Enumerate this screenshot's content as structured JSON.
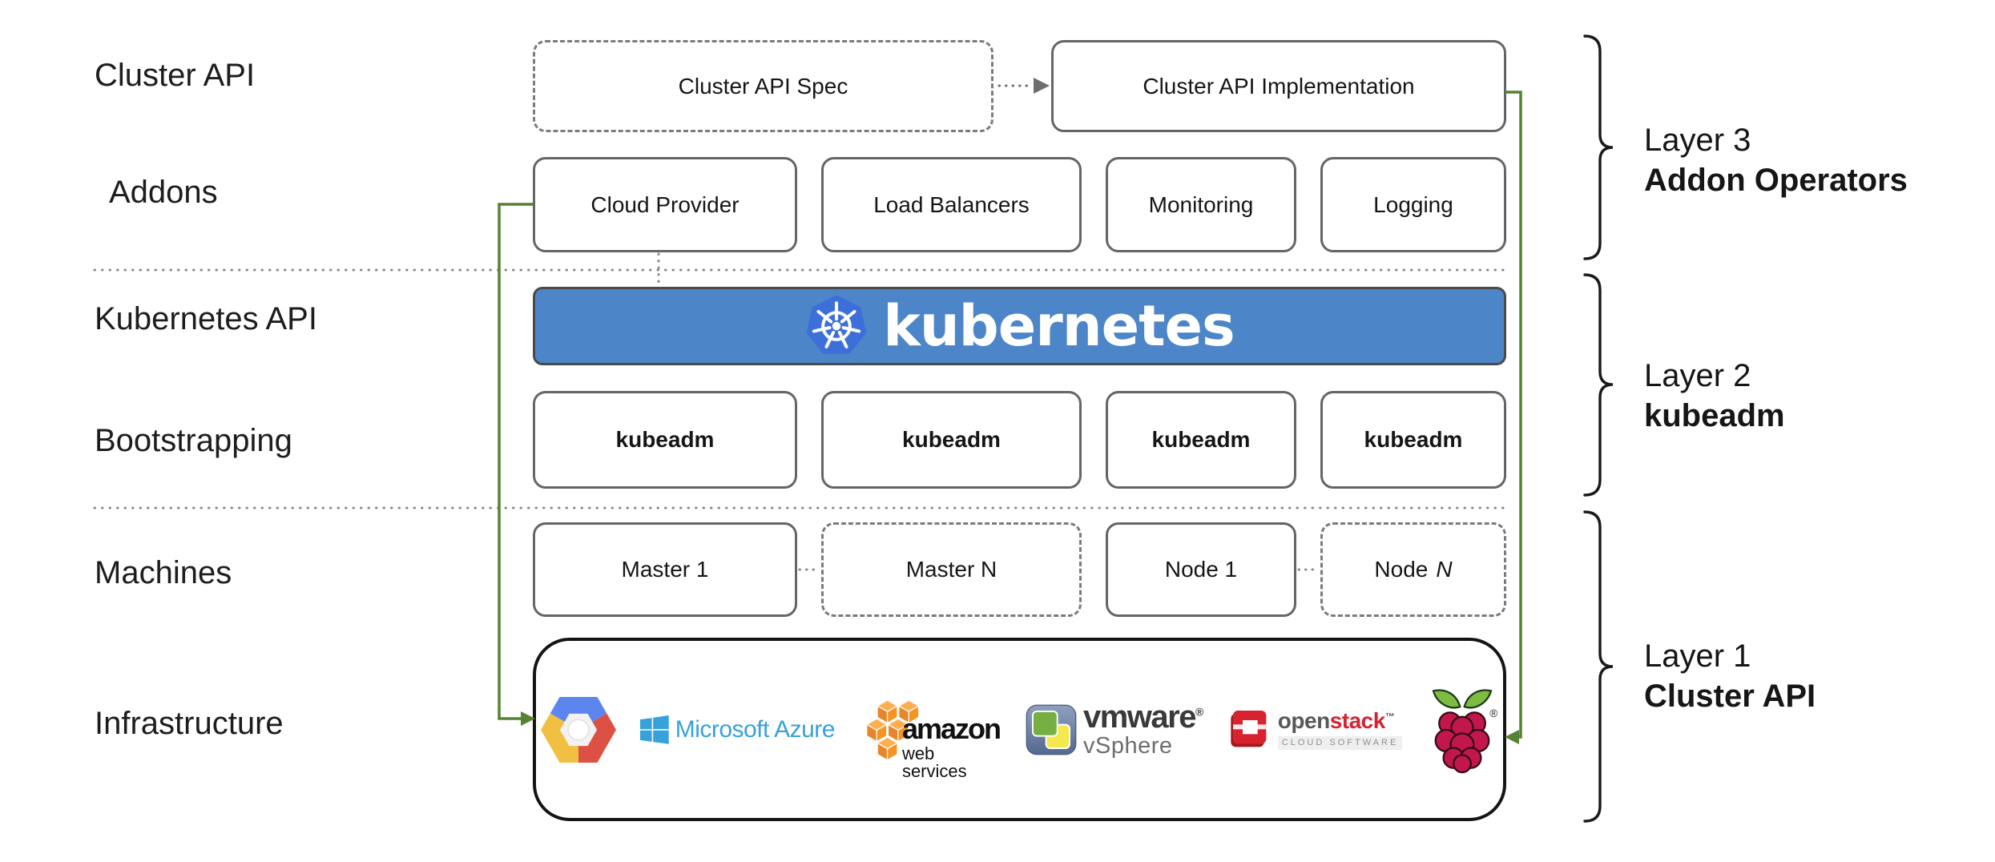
{
  "colors": {
    "connector_green": "#568233",
    "banner_blue": "#4C86C8",
    "k8s_logo_blue": "#3D6FDB",
    "box_border_gray": "#656565",
    "dotted_line_gray": "#8a8a8a",
    "azure_blue": "#35A2DB",
    "aws_orange": "#F79421",
    "openstack_red": "#D6232F",
    "raspberry_red": "#C2174C",
    "leaf_green": "#7EBB42",
    "gcp_blue": "#5C85EE",
    "gcp_red": "#DD5144",
    "gcp_yellow": "#F1BF42"
  },
  "row_labels": [
    {
      "label": "Cluster API"
    },
    {
      "label": "Addons"
    },
    {
      "label": "Kubernetes API"
    },
    {
      "label": "Bootstrapping"
    },
    {
      "label": "Machines"
    },
    {
      "label": "Infrastructure"
    }
  ],
  "layer3": {
    "spec": "Cluster API Spec",
    "impl": "Cluster API Implementation",
    "addons": [
      "Cloud Provider",
      "Load Balancers",
      "Monitoring",
      "Logging"
    ]
  },
  "layer2": {
    "banner_text": "kubernetes",
    "kubeadm": [
      "kubeadm",
      "kubeadm",
      "kubeadm",
      "kubeadm"
    ]
  },
  "layer1": {
    "machines": {
      "master1": "Master 1",
      "masterN": "Master N",
      "node1": "Node 1",
      "nodeN_text": "Node",
      "nodeN_suffix": "N"
    },
    "infrastructure": {
      "gcp_name": "Google Cloud Platform",
      "azure": {
        "text": "Microsoft Azure"
      },
      "aws": {
        "line1": "amazon",
        "line2": "web services"
      },
      "vmware": {
        "line1": "vmware",
        "mark": "®",
        "line2": "vSphere"
      },
      "openstack": {
        "word_gray": "open",
        "word_red": "stack",
        "mark": "™",
        "subtitle": "CLOUD SOFTWARE"
      },
      "rpi": {
        "name": "Raspberry Pi",
        "mark": "®"
      }
    }
  },
  "layer_labels": [
    {
      "line1": "Layer 3",
      "line2": "Addon Operators"
    },
    {
      "line1": "Layer 2",
      "line2": "kubeadm"
    },
    {
      "line1": "Layer 1",
      "line2": "Cluster API"
    }
  ]
}
